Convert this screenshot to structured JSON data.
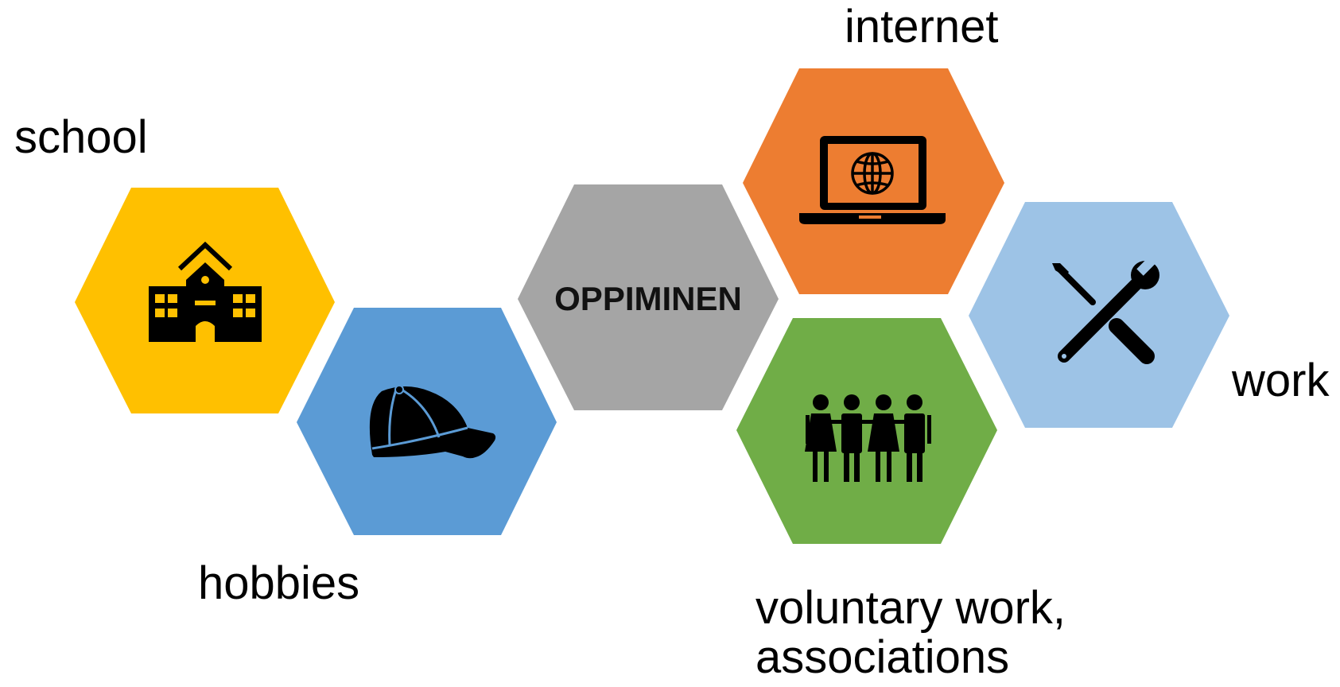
{
  "hub": {
    "label": "OPPIMINEN",
    "color": "#A5A5A5"
  },
  "tiles": [
    {
      "id": "school",
      "caption": "school",
      "icon": "school-building-icon",
      "color": "#FFC000"
    },
    {
      "id": "hobbies",
      "caption": "hobbies",
      "icon": "baseball-cap-icon",
      "color": "#5B9BD5"
    },
    {
      "id": "internet",
      "caption": "internet",
      "icon": "laptop-globe-icon",
      "color": "#ED7D31"
    },
    {
      "id": "voluntary",
      "caption_lines": [
        "voluntary work,",
        "associations"
      ],
      "icon": "people-group-icon",
      "color": "#70AD47"
    },
    {
      "id": "work",
      "caption": "work",
      "icon": "wrench-screwdriver-icon",
      "color": "#9DC3E6"
    }
  ]
}
